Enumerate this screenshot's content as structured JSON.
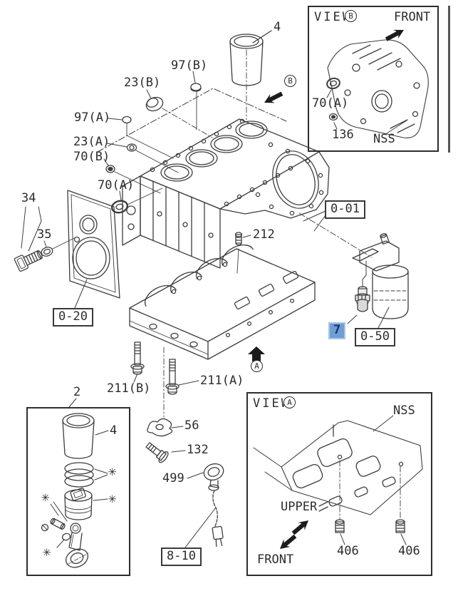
{
  "colors": {
    "line": "#3d3d3d",
    "highlight_bg": "#6f9ed6",
    "highlight_text": "#16366b"
  },
  "main": {
    "liner_label": "4",
    "plug_97b": "97(B)",
    "plug_23b": "23(B)",
    "plug_97a": "97(A)",
    "plug_23a": "23(A)",
    "plug_70b": "70(B)",
    "seal_70a": "70(A)",
    "plug_34": "34",
    "gasket_35": "35",
    "bolt_212": "212",
    "bolt_211b": "211(B)",
    "bolt_211a": "211(A)",
    "clamp_56": "56",
    "bolt_132": "132",
    "gauge_499": "499",
    "switch_7": "7",
    "marker_a": "A",
    "marker_b": "B"
  },
  "refs": {
    "block": "0-01",
    "rear_plate": "0-20",
    "oil_filter": "0-50",
    "oil_gauge": "8-10"
  },
  "inset_piston": {
    "assy": "2",
    "liner": "4",
    "asterisk": "✳"
  },
  "inset_view_b": {
    "view": "VIEW",
    "letter": "B",
    "front": "FRONT",
    "seal_70a": "70(A)",
    "plug_136": "136",
    "nss": "NSS"
  },
  "inset_view_a": {
    "view": "VIEW",
    "letter": "A",
    "nss": "NSS",
    "upper": "UPPER",
    "front": "FRONT",
    "bolt_406_left": "406",
    "bolt_406_right": "406"
  }
}
